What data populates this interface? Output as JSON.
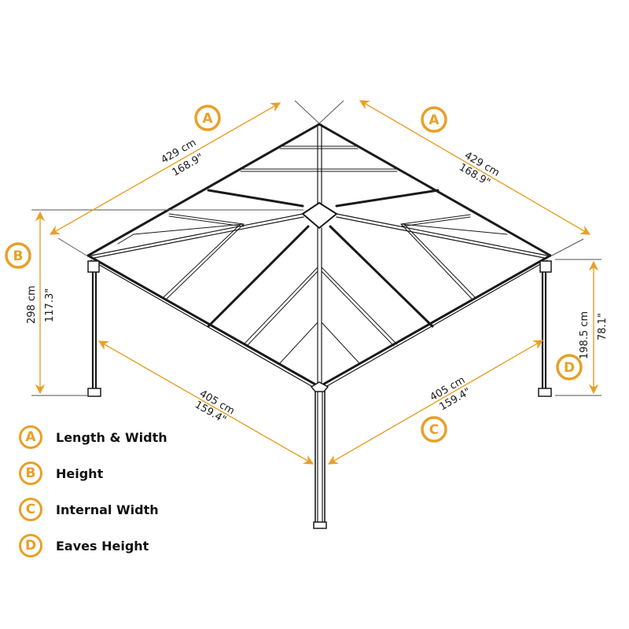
{
  "colors": {
    "accent": "#E8A027",
    "frame": "#1a1a1a",
    "guide": "#555555"
  },
  "dimensions": {
    "length_left": {
      "badge": "A",
      "metric": "429 cm",
      "imperial": "168.9\""
    },
    "length_right": {
      "badge": "A",
      "metric": "429 cm",
      "imperial": "168.9\""
    },
    "height": {
      "badge": "B",
      "metric": "298 cm",
      "imperial": "117.3\""
    },
    "internal_left": {
      "badge": "",
      "metric": "405 cm",
      "imperial": "159.4\""
    },
    "internal_right": {
      "badge": "C",
      "metric": "405 cm",
      "imperial": "159.4\""
    },
    "eaves_height": {
      "badge": "D",
      "metric": "198.5 cm",
      "imperial": "78.1\""
    }
  },
  "legend": {
    "items": [
      {
        "badge": "A",
        "label": "Length & Width"
      },
      {
        "badge": "B",
        "label": "Height"
      },
      {
        "badge": "C",
        "label": "Internal Width"
      },
      {
        "badge": "D",
        "label": "Eaves Height"
      }
    ]
  }
}
